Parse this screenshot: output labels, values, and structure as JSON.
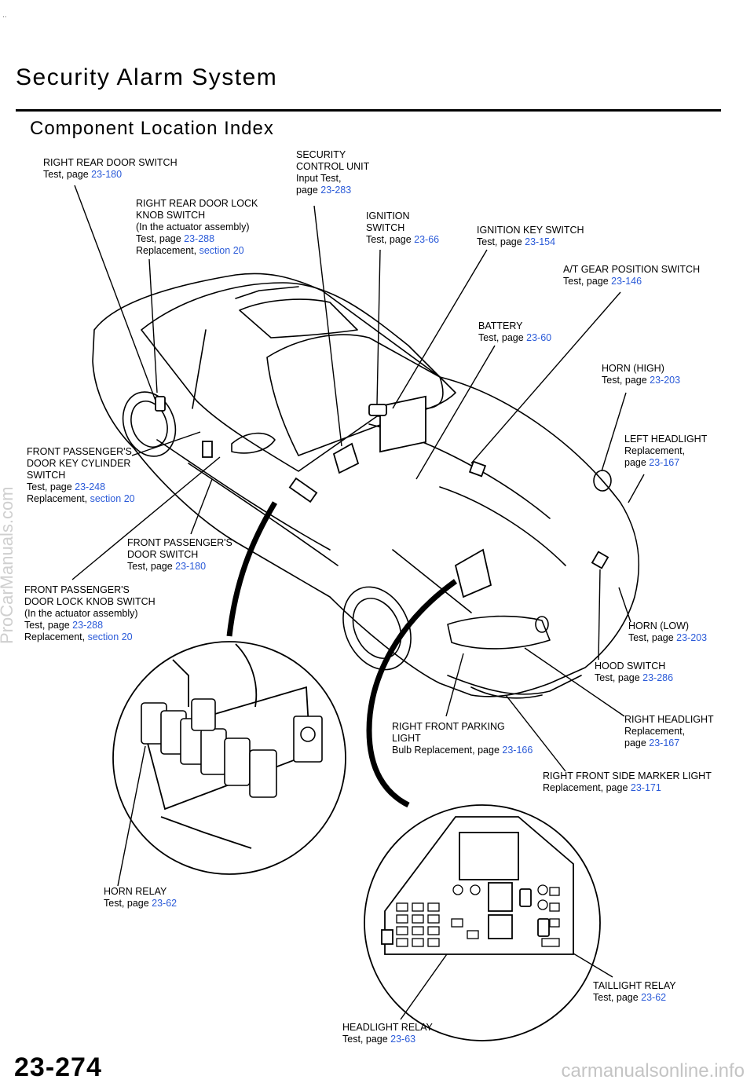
{
  "page": {
    "title": "Security Alarm System",
    "subtitle": "Component Location Index",
    "page_number": "23-274",
    "watermark": "carmanualsonline.info",
    "side_watermark": "ProCarManuals.com",
    "edge_mark": ".."
  },
  "labels": {
    "rr_door_switch": {
      "l1": "RIGHT REAR DOOR SWITCH",
      "l2": "Test, page ",
      "r2": "23-180"
    },
    "rr_lock_knob": {
      "l1": "RIGHT REAR DOOR LOCK",
      "l2": "KNOB SWITCH",
      "l3": "(In the actuator assembly)",
      "l4": "Test, page ",
      "r4": "23-288",
      "l5": "Replacement, ",
      "r5": "section 20"
    },
    "security_unit": {
      "l1": "SECURITY",
      "l2": "CONTROL UNIT",
      "l3": "Input Test,",
      "l4": "page ",
      "r4": "23-283"
    },
    "ignition_switch": {
      "l1": "IGNITION",
      "l2": "SWITCH",
      "l3": "Test, page ",
      "r3": "23-66"
    },
    "ignition_key": {
      "l1": "IGNITION KEY SWITCH",
      "l2": "Test, page ",
      "r2": "23-154"
    },
    "at_gear": {
      "l1": "A/T GEAR POSITION SWITCH",
      "l2": "Test, page ",
      "r2": "23-146"
    },
    "battery": {
      "l1": "BATTERY",
      "l2": "Test, page ",
      "r2": "23-60"
    },
    "horn_high": {
      "l1": "HORN (HIGH)",
      "l2": "Test, page ",
      "r2": "23-203"
    },
    "left_headlight": {
      "l1": "LEFT HEADLIGHT",
      "l2": "Replacement,",
      "l3": "page ",
      "r3": "23-167"
    },
    "fp_key_cyl": {
      "l1": "FRONT PASSENGER'S",
      "l2": "DOOR KEY CYLINDER",
      "l3": "SWITCH",
      "l4": "Test, page ",
      "r4": "23-248",
      "l5": "Replacement, ",
      "r5": "section 20"
    },
    "fp_door_switch": {
      "l1": "FRONT PASSENGER'S",
      "l2": "DOOR SWITCH",
      "l3": "Test, page ",
      "r3": "23-180"
    },
    "fp_lock_knob": {
      "l1": "FRONT PASSENGER'S",
      "l2": "DOOR LOCK KNOB SWITCH",
      "l3": "(In the actuator assembly)",
      "l4": "Test, page ",
      "r4": "23-288",
      "l5": "Replacement, ",
      "r5": "section 20"
    },
    "horn_low": {
      "l1": "HORN (LOW)",
      "l2": "Test, page ",
      "r2": "23-203"
    },
    "hood_switch": {
      "l1": "HOOD SWITCH",
      "l2": "Test, page ",
      "r2": "23-286"
    },
    "rf_parking": {
      "l1": "RIGHT FRONT PARKING",
      "l2": "LIGHT",
      "l3": "Bulb Replacement, page ",
      "r3": "23-166"
    },
    "right_headlight": {
      "l1": "RIGHT HEADLIGHT",
      "l2": "Replacement,",
      "l3": "page ",
      "r3": "23-167"
    },
    "rf_side_marker": {
      "l1": "RIGHT FRONT SIDE MARKER LIGHT",
      "l2": "Replacement, page ",
      "r2": "23-171"
    },
    "horn_relay": {
      "l1": "HORN RELAY",
      "l2": "Test, page ",
      "r2": "23-62"
    },
    "taillight_relay": {
      "l1": "TAILLIGHT RELAY",
      "l2": "Test, page ",
      "r2": "23-62"
    },
    "headlight_relay": {
      "l1": "HEADLIGHT RELAY",
      "l2": "Test, page ",
      "r2": "23-63"
    }
  },
  "colors": {
    "link": "#2a5ad8",
    "ink": "#000000",
    "watermark": "#c4c4c4"
  }
}
